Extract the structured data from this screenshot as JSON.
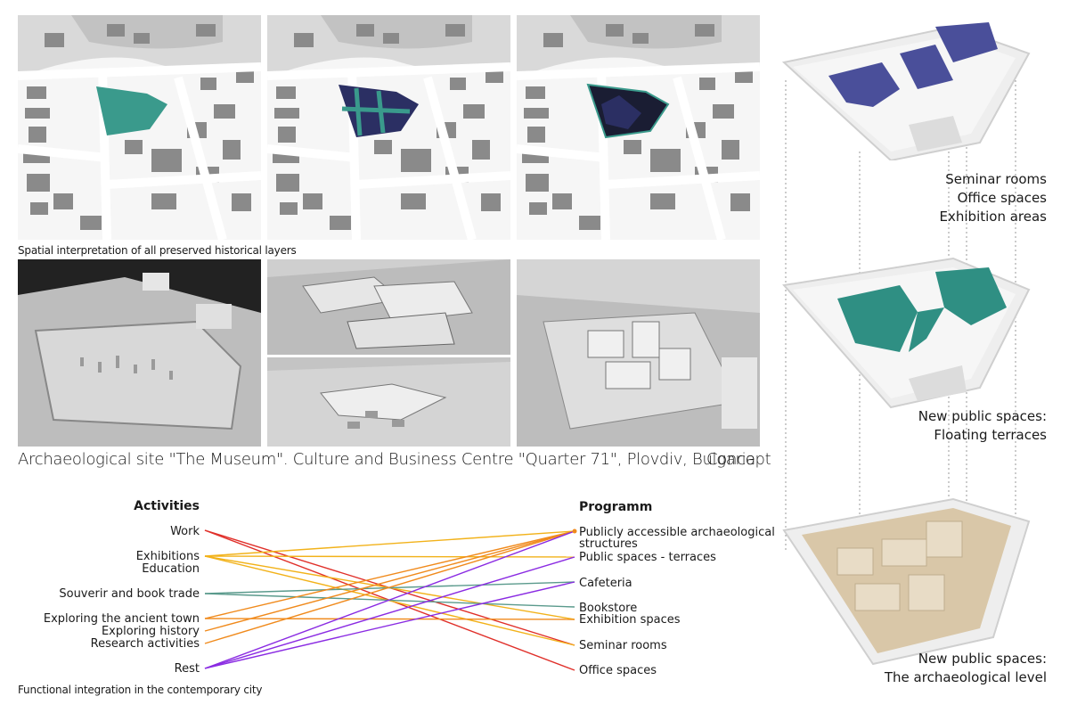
{
  "maps": {
    "caption": "Spatial interpretation of all preserved historical layers",
    "colors": {
      "teal": "#3a9a8c",
      "navy": "#2b2f63",
      "dark": "#1a1d33",
      "bg": "#f4f4f4",
      "building": "#8a8a8a",
      "street": "#ffffff"
    }
  },
  "photos": {
    "caption_left": "Archaeological site \"The Museum\". Culture and Business Centre \"Quarter 71\", Plovdiv, Bulgaria",
    "caption_right": "Concept"
  },
  "diagram": {
    "caption": "Functional integration in the contemporary city",
    "activities_title": "Activities",
    "programm_title": "Programm",
    "activities": [
      "Work",
      "Exhibitions",
      "Education",
      "Souverir and book trade",
      "Exploring the ancient town",
      "Exploring history",
      "Research activities",
      "Rest"
    ],
    "programm": [
      "Publicly accessible archaeological",
      "structures",
      "Public spaces - terraces",
      "Cafeteria",
      "Bookstore",
      "Exhibition spaces",
      "Seminar rooms",
      "Office spaces"
    ],
    "colors": {
      "red": "#e0302a",
      "orange": "#f08a1c",
      "yellow": "#f2b21a",
      "purple": "#8a2be2",
      "teal": "#5a9a8c"
    }
  },
  "layers": {
    "top": [
      "Seminar rooms",
      "Office spaces",
      "Exhibition areas"
    ],
    "middle": [
      "New public spaces:",
      "Floating terraces"
    ],
    "bottom": [
      "New public spaces:",
      "The archaeological level"
    ],
    "colors": {
      "top": "#4a4f9a",
      "middle": "#2f8f83",
      "bottom": "#d9c7a8"
    }
  }
}
